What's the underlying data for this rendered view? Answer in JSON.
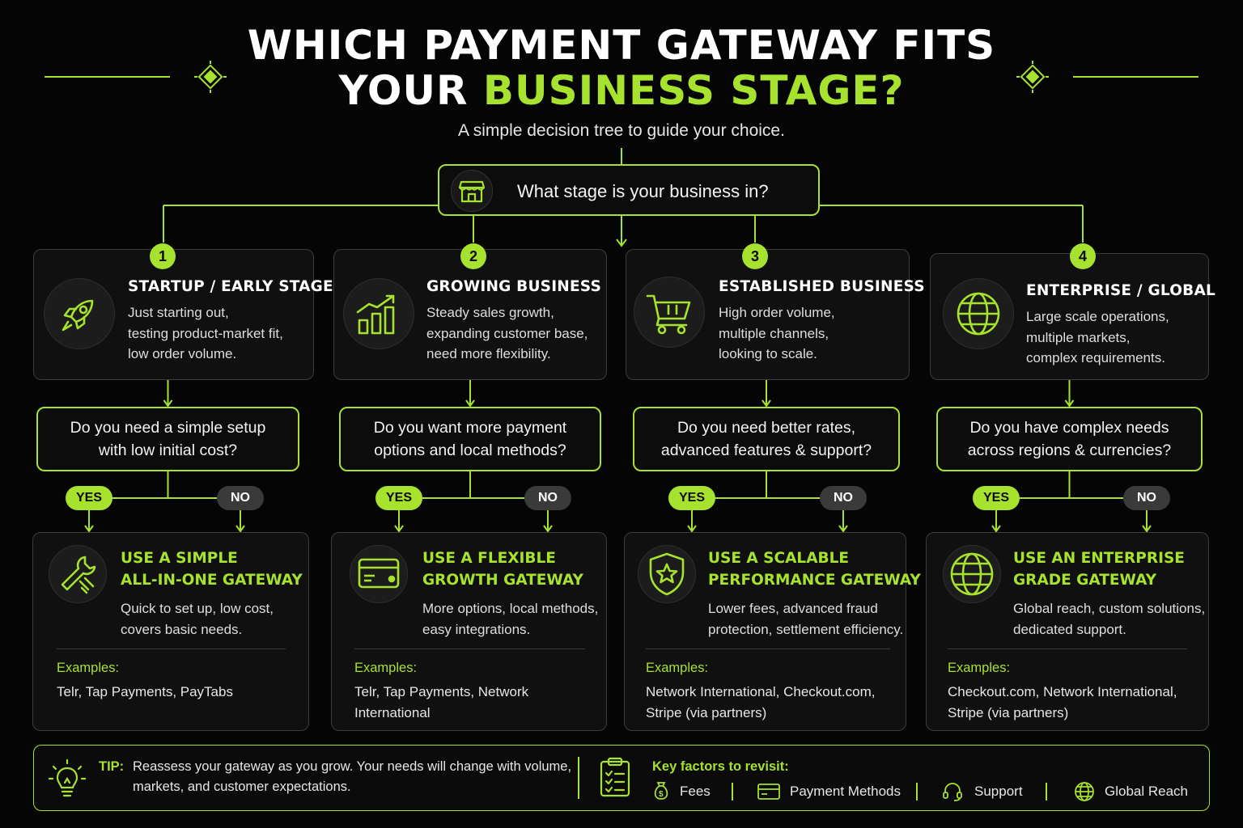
{
  "header": {
    "title_line1": "WHICH PAYMENT GATEWAY FITS",
    "title_line2_white": "YOUR ",
    "title_line2_accent": "BUSINESS STAGE?",
    "subtitle": "A simple decision tree to guide your choice."
  },
  "root_question": {
    "text": "What stage is your business in?",
    "icon": "storefront-icon"
  },
  "stages": [
    {
      "number": "1",
      "icon": "rocket-icon",
      "title": "STARTUP / EARLY STAGE",
      "desc": [
        "Just starting out,",
        "testing product-market fit,",
        "low order volume."
      ],
      "question": [
        "Do you need a simple setup",
        "with low initial cost?"
      ],
      "yes": "YES",
      "no": "NO",
      "result_icon": "wrench-plug-icon",
      "result_title": [
        "USE A SIMPLE",
        "ALL-IN-ONE GATEWAY"
      ],
      "result_desc": [
        "Quick to set up, low cost,",
        "covers basic needs."
      ],
      "examples_label": "Examples:",
      "examples": [
        "Telr, Tap Payments, PayTabs"
      ]
    },
    {
      "number": "2",
      "icon": "growth-chart-icon",
      "title": "GROWING BUSINESS",
      "desc": [
        "Steady sales growth,",
        "expanding customer base,",
        "need more flexibility."
      ],
      "question": [
        "Do you want more payment",
        "options and local methods?"
      ],
      "yes": "YES",
      "no": "NO",
      "result_icon": "credit-card-icon",
      "result_title": [
        "USE A FLEXIBLE",
        "GROWTH GATEWAY"
      ],
      "result_desc": [
        "More options, local methods,",
        "easy integrations."
      ],
      "examples_label": "Examples:",
      "examples": [
        "Telr, Tap Payments, Network",
        "International"
      ]
    },
    {
      "number": "3",
      "icon": "shopping-cart-icon",
      "title": "ESTABLISHED BUSINESS",
      "desc": [
        "High order volume,",
        "multiple channels,",
        "looking to scale."
      ],
      "question": [
        "Do you need better rates,",
        "advanced features & support?"
      ],
      "yes": "YES",
      "no": "NO",
      "result_icon": "shield-star-icon",
      "result_title": [
        "USE A SCALABLE",
        "PERFORMANCE GATEWAY"
      ],
      "result_desc": [
        "Lower fees, advanced fraud",
        "protection, settlement efficiency."
      ],
      "examples_label": "Examples:",
      "examples": [
        "Network International, Checkout.com,",
        "Stripe (via partners)"
      ]
    },
    {
      "number": "4",
      "icon": "globe-icon",
      "title": "ENTERPRISE / GLOBAL",
      "desc": [
        "Large scale operations,",
        "multiple markets,",
        "complex requirements."
      ],
      "question": [
        "Do you have complex needs",
        "across regions & currencies?"
      ],
      "yes": "YES",
      "no": "NO",
      "result_icon": "globe-icon",
      "result_title": [
        "USE AN ENTERPRISE",
        "GRADE GATEWAY"
      ],
      "result_desc": [
        "Global reach, custom solutions,",
        "dedicated support."
      ],
      "examples_label": "Examples:",
      "examples": [
        "Checkout.com, Network International,",
        "Stripe (via partners)"
      ]
    }
  ],
  "tip": {
    "label": "TIP:",
    "text": [
      "Reassess your gateway as you grow. Your needs will change with volume,",
      "markets, and customer expectations."
    ],
    "key_factors_label": "Key factors to revisit:",
    "factors": [
      {
        "label": "Fees",
        "icon": "money-bag-icon"
      },
      {
        "label": "Payment Methods",
        "icon": "card-icon"
      },
      {
        "label": "Support",
        "icon": "headset-icon"
      },
      {
        "label": "Global Reach",
        "icon": "globe-icon"
      }
    ]
  },
  "colors": {
    "accent": "#a6e22e",
    "background": "#050505",
    "card": "#101010"
  }
}
